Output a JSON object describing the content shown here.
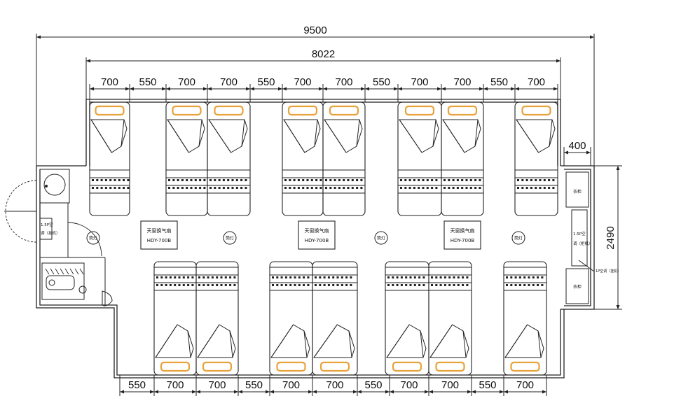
{
  "colors": {
    "line": "#222222",
    "pillow": "#e8a23a",
    "background": "#ffffff"
  },
  "dimensions": {
    "total_width": "9500",
    "interior_width": "8022",
    "side_depth": "400",
    "height": "2490",
    "top_segments": [
      "700",
      "550",
      "700",
      "700",
      "550",
      "700",
      "700",
      "550",
      "700",
      "700",
      "550",
      "700"
    ],
    "bottom_segments": [
      "550",
      "700",
      "700",
      "550",
      "700",
      "700",
      "550",
      "700",
      "700",
      "550",
      "700"
    ]
  },
  "ac_units": [
    {
      "line1": "天窗换气扇",
      "model": "HDY-700B"
    },
    {
      "line1": "天窗换气扇",
      "model": "HDY-700B"
    },
    {
      "line1": "天窗换气扇",
      "model": "HDY-700B"
    }
  ],
  "lamp_label": "筒灯",
  "right_side": {
    "cabinet_top": "衣柜",
    "heater_line1": "1.5P空",
    "heater_line2": "调（柜机）",
    "cabinet_bottom": "衣柜",
    "note": "1P空调（挂机）"
  },
  "left_side": {
    "heater_line1": "1.5P空",
    "heater_line2": "调（挂机）"
  }
}
